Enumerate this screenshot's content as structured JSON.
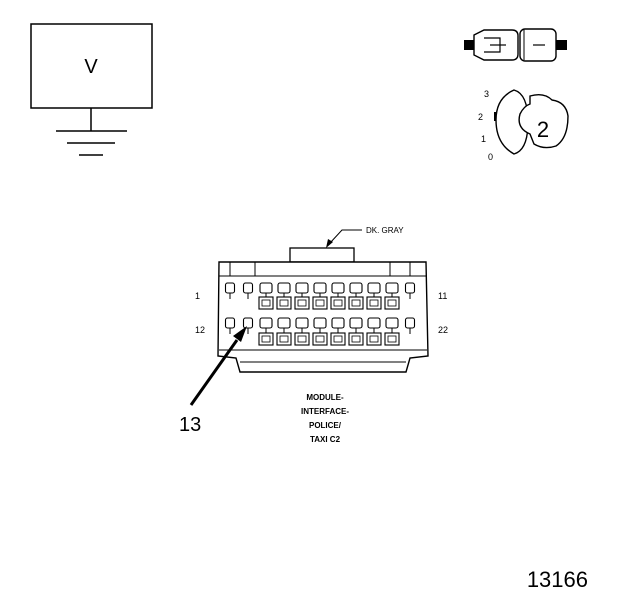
{
  "meter": {
    "label": "V"
  },
  "switch": {
    "positions": [
      "3",
      "2",
      "1",
      "0"
    ],
    "selected": "2"
  },
  "connector": {
    "color_label": "DK. GRAY",
    "pin_labels": {
      "top_left": "1",
      "top_right": "11",
      "bottom_left": "12",
      "bottom_right": "22"
    },
    "name_lines": [
      "MODULE-",
      "INTERFACE-",
      "POLICE/",
      "TAXI C2"
    ]
  },
  "pointer": {
    "label": "13"
  },
  "figure_number": "13166"
}
